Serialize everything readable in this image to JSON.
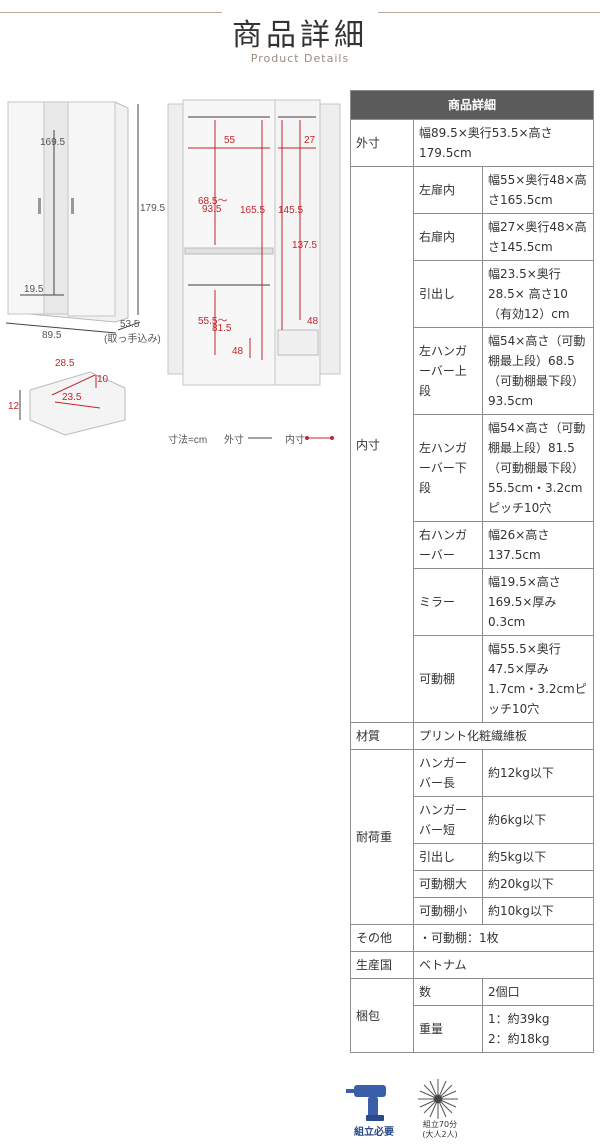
{
  "header": {
    "title": "商品詳細",
    "subtitle": "Product Details"
  },
  "figure": {
    "exterior_dims": [
      "169.5",
      "179.5",
      "19.5",
      "89.5",
      "53.5",
      "(取っ手込み)"
    ],
    "interior_dims": [
      "55",
      "27",
      "68.5〜",
      "93.5",
      "165.5",
      "145.5",
      "137.5",
      "55.5〜",
      "81.5",
      "48",
      "48"
    ],
    "drawer_dims": [
      "28.5",
      "10",
      "23.5",
      "12"
    ],
    "legend": {
      "unit": "寸法=cm",
      "outer": "外寸",
      "inner": "内寸"
    }
  },
  "table": {
    "header": "商品詳細",
    "outer": {
      "label": "外寸",
      "value": "幅89.5×奥行53.5×高さ179.5cm"
    },
    "inner": {
      "label": "内寸",
      "rows": [
        {
          "label": "左扉内",
          "value": "幅55×奥行48×高さ165.5cm"
        },
        {
          "label": "右扉内",
          "value": "幅27×奥行48×高さ145.5cm"
        },
        {
          "label": "引出し",
          "value": "幅23.5×奥行28.5× 高さ10（有効12）cm"
        },
        {
          "label": "左ハンガーバー上段",
          "value": "幅54×高さ（可動棚最上段）68.5（可動棚最下段）93.5cm"
        },
        {
          "label": "左ハンガーバー下段",
          "value": "幅54×高さ（可動棚最上段）81.5（可動棚最下段）55.5cm・3.2cmピッチ10穴"
        },
        {
          "label": "右ハンガーバー",
          "value": "幅26×高さ137.5cm"
        },
        {
          "label": "ミラー",
          "value": "幅19.5×高さ169.5×厚み0.3cm"
        },
        {
          "label": "可動棚",
          "value": "幅55.5×奥行47.5×厚み1.7cm・3.2cmピッチ10穴"
        }
      ]
    },
    "material": {
      "label": "材質",
      "value": "プリント化粧繊維板"
    },
    "load": {
      "label": "耐荷重",
      "rows": [
        {
          "label": "ハンガーバー長",
          "value": "約12kg以下"
        },
        {
          "label": "ハンガーバー短",
          "value": "約6kg以下"
        },
        {
          "label": "引出し",
          "value": "約5kg以下"
        },
        {
          "label": "可動棚大",
          "value": "約20kg以下"
        },
        {
          "label": "可動棚小",
          "value": "約10kg以下"
        }
      ]
    },
    "other": {
      "label": "その他",
      "value": "・可動棚：1枚"
    },
    "origin": {
      "label": "生産国",
      "value": "ベトナム"
    },
    "packing": {
      "label": "梱包",
      "count_label": "数",
      "count_value": "2個口",
      "weight_label": "重量",
      "weight_value1": "1：約39kg",
      "weight_value2": "2：約18kg"
    }
  },
  "badges": {
    "assembly": "組立必要",
    "time": "組立70分",
    "people": "(大人2人)",
    "colors": {
      "assembly_icon": "#3a5fa8",
      "text": "#2a4a8a"
    }
  },
  "colors": {
    "table_header_bg": "#5b5b5b",
    "border": "#8d8d8d",
    "inner_dim": "#c0262c"
  }
}
